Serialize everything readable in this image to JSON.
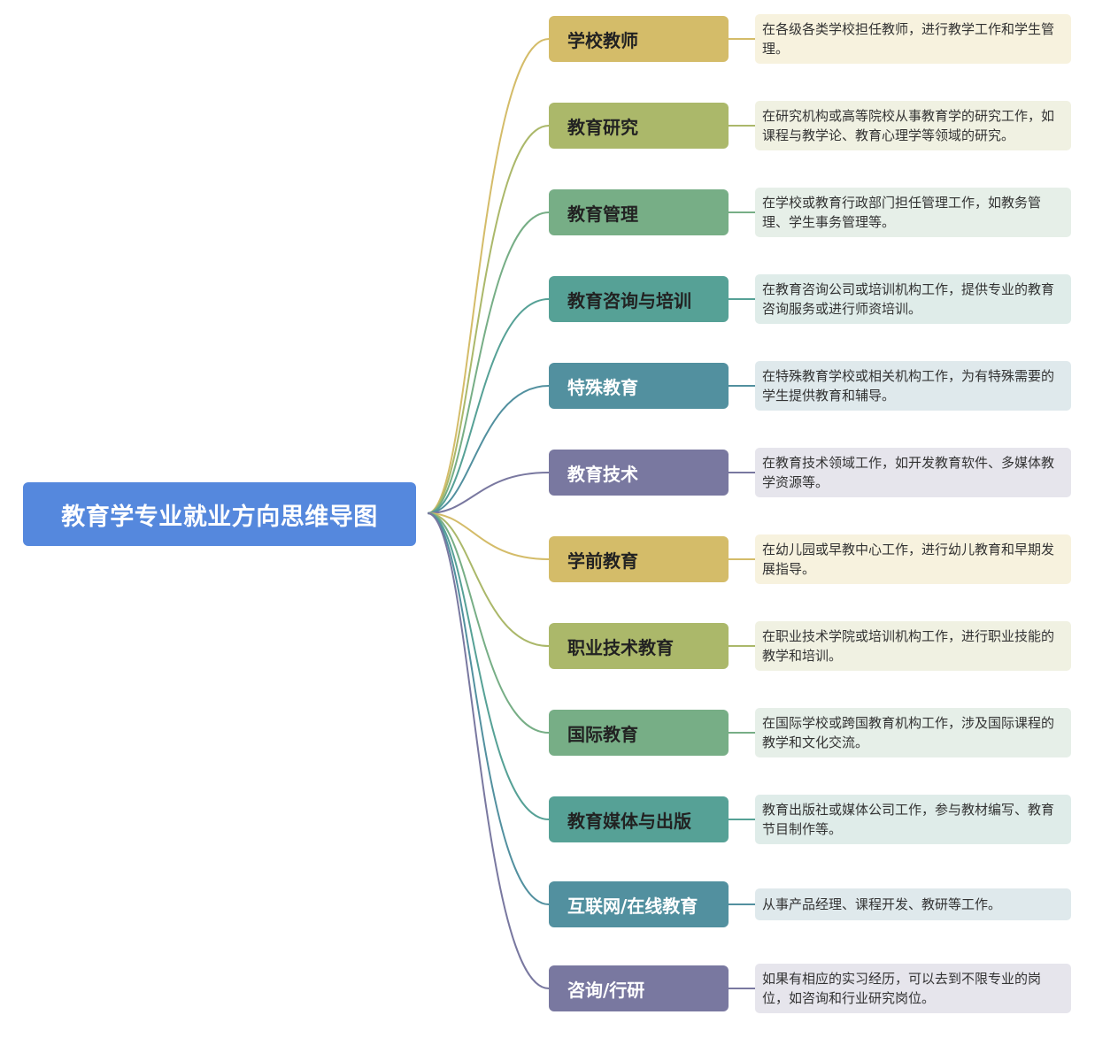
{
  "root": {
    "label": "教育学专业就业方向思维导图",
    "color": "#5588dd"
  },
  "branches": [
    {
      "label": "学校教师",
      "desc": "在各级各类学校担任教师，进行教学工作和学生管理。",
      "color": "#d4bc69",
      "tint": "#f7f2de",
      "text_color": "#222222"
    },
    {
      "label": "教育研究",
      "desc": "在研究机构或高等院校从事教育学的研究工作，如课程与教学论、教育心理学等领域的研究。",
      "color": "#abb86a",
      "tint": "#f0f1e2",
      "text_color": "#222222"
    },
    {
      "label": "教育管理",
      "desc": "在学校或教育行政部门担任管理工作，如教务管理、学生事务管理等。",
      "color": "#77ae86",
      "tint": "#e6efe8",
      "text_color": "#222222"
    },
    {
      "label": "教育咨询与培训",
      "desc": "在教育咨询公司或培训机构工作，提供专业的教育咨询服务或进行师资培训。",
      "color": "#56a196",
      "tint": "#dfece9",
      "text_color": "#222222"
    },
    {
      "label": "特殊教育",
      "desc": "在特殊教育学校或相关机构工作，为有特殊需要的学生提供教育和辅导。",
      "color": "#52909f",
      "tint": "#dfe9ec",
      "text_color": "#ffffff"
    },
    {
      "label": "教育技术",
      "desc": "在教育技术领域工作，如开发教育软件、多媒体教学资源等。",
      "color": "#7978a0",
      "tint": "#e6e5ec",
      "text_color": "#ffffff"
    },
    {
      "label": "学前教育",
      "desc": "在幼儿园或早教中心工作，进行幼儿教育和早期发展指导。",
      "color": "#d4bc69",
      "tint": "#f7f2de",
      "text_color": "#222222"
    },
    {
      "label": "职业技术教育",
      "desc": "在职业技术学院或培训机构工作，进行职业技能的教学和培训。",
      "color": "#abb86a",
      "tint": "#f0f1e2",
      "text_color": "#222222"
    },
    {
      "label": "国际教育",
      "desc": "在国际学校或跨国教育机构工作，涉及国际课程的教学和文化交流。",
      "color": "#77ae86",
      "tint": "#e6efe8",
      "text_color": "#222222"
    },
    {
      "label": "教育媒体与出版",
      "desc": "教育出版社或媒体公司工作，参与教材编写、教育节目制作等。",
      "color": "#56a196",
      "tint": "#dfece9",
      "text_color": "#222222"
    },
    {
      "label": "互联网/在线教育",
      "desc": "从事产品经理、课程开发、教研等工作。",
      "color": "#52909f",
      "tint": "#dfe9ec",
      "text_color": "#ffffff"
    },
    {
      "label": "咨询/行研",
      "desc": "如果有相应的实习经历，可以去到不限专业的岗位，如咨询和行业研究岗位。",
      "color": "#7978a0",
      "tint": "#e6e5ec",
      "text_color": "#ffffff"
    }
  ]
}
